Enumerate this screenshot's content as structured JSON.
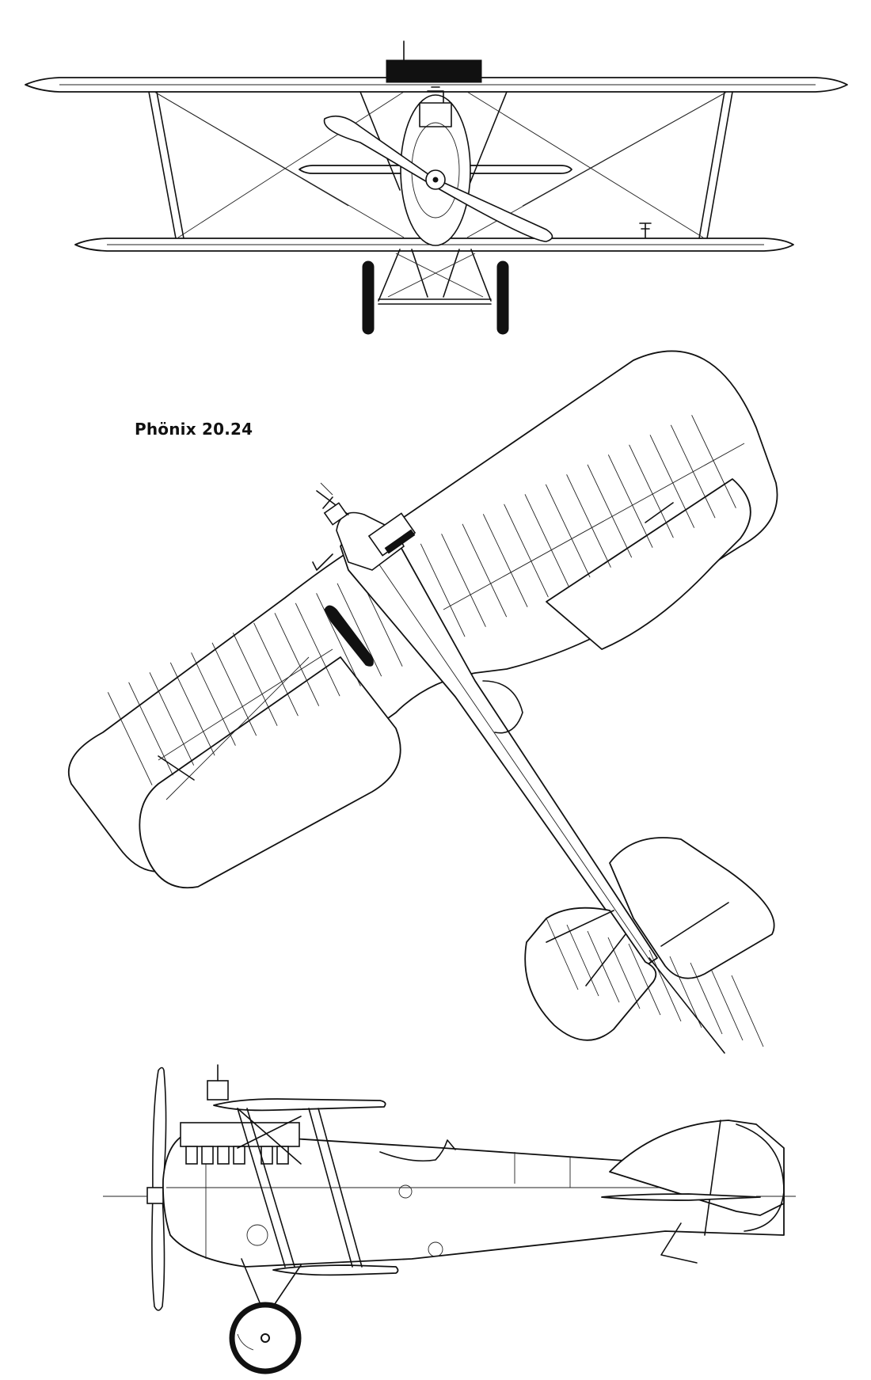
{
  "drawing": {
    "caption": "Phönix 20.24",
    "views": [
      "front-view",
      "top-view",
      "side-view"
    ]
  }
}
